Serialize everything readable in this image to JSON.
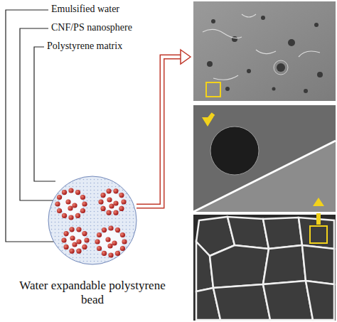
{
  "diagram": {
    "labels": [
      "Emulsified water",
      "CNF/PS nanosphere",
      "Polystyrene matrix",
      "Water expandable polystyrene bead"
    ]
  }
}
